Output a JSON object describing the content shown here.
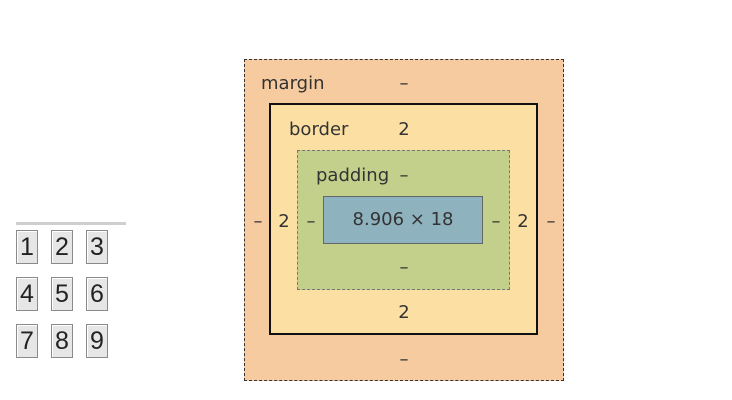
{
  "keypad": {
    "keys": [
      "1",
      "2",
      "3",
      "4",
      "5",
      "6",
      "7",
      "8",
      "9"
    ]
  },
  "box_model": {
    "margin": {
      "label": "margin",
      "top": "–",
      "right": "–",
      "bottom": "–",
      "left": "–"
    },
    "border": {
      "label": "border",
      "top": "2",
      "right": "2",
      "bottom": "2",
      "left": "2"
    },
    "padding": {
      "label": "padding",
      "top": "–",
      "right": "–",
      "bottom": "–",
      "left": "–"
    },
    "content": {
      "size": "8.906 × 18"
    }
  },
  "colors": {
    "margin": "#f6cb9f",
    "border": "#fce0a3",
    "padding": "#c3d08b",
    "content": "#8fb2bf"
  }
}
